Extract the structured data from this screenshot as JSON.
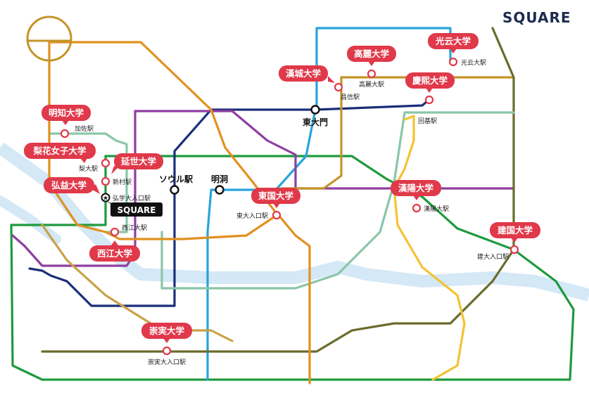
{
  "brand": {
    "logo_text": "SQUARE",
    "marker_text": "SQUARE"
  },
  "colors": {
    "river": "#d4e8f6",
    "pin": "#e0394a",
    "line2_green": "#1f9a3e",
    "line1_navy": "#1a2e7a",
    "line4_sky": "#29a3dc",
    "line5_purple": "#8e3fa0",
    "line6_ochre": "#c39428",
    "line7_olive": "#6b6b2e",
    "airport_mint": "#8ac6a8",
    "bundang_yellow": "#f4c232",
    "line3_orange": "#e2901f",
    "gyeongui_gold": "#c7a247"
  },
  "stations": {
    "gaja": "加佐駅",
    "idae": "梨大駅",
    "sinchon": "新村駅",
    "hongik": "弘学大入口駅",
    "sogang": "西江大駅",
    "seoul": "ソウル駅",
    "myeongdong": "明洞",
    "dongdaemun": "東大門",
    "anam": "高麗大駅",
    "changsin": "昌信駅",
    "gwangun": "光云大駅",
    "hoegi": "回基駅",
    "dongguk": "東大入口駅",
    "hanyang": "漢陽大駅",
    "konkuk": "建大入口駅",
    "soongsil": "崇実大入口駅"
  },
  "universities": {
    "myongji": "明知大学",
    "ewha": "梨花女子大学",
    "yonsei": "延世大学",
    "hongik": "弘益大学",
    "sogang": "西江大学",
    "hansung": "漢城大学",
    "korea": "高麗大学",
    "kwangwoon": "光云大学",
    "kyunghee": "慶熙大学",
    "dongguk": "東国大学",
    "hanyang": "漢陽大学",
    "konkuk": "建国大学",
    "soongsil": "崇実大学"
  }
}
